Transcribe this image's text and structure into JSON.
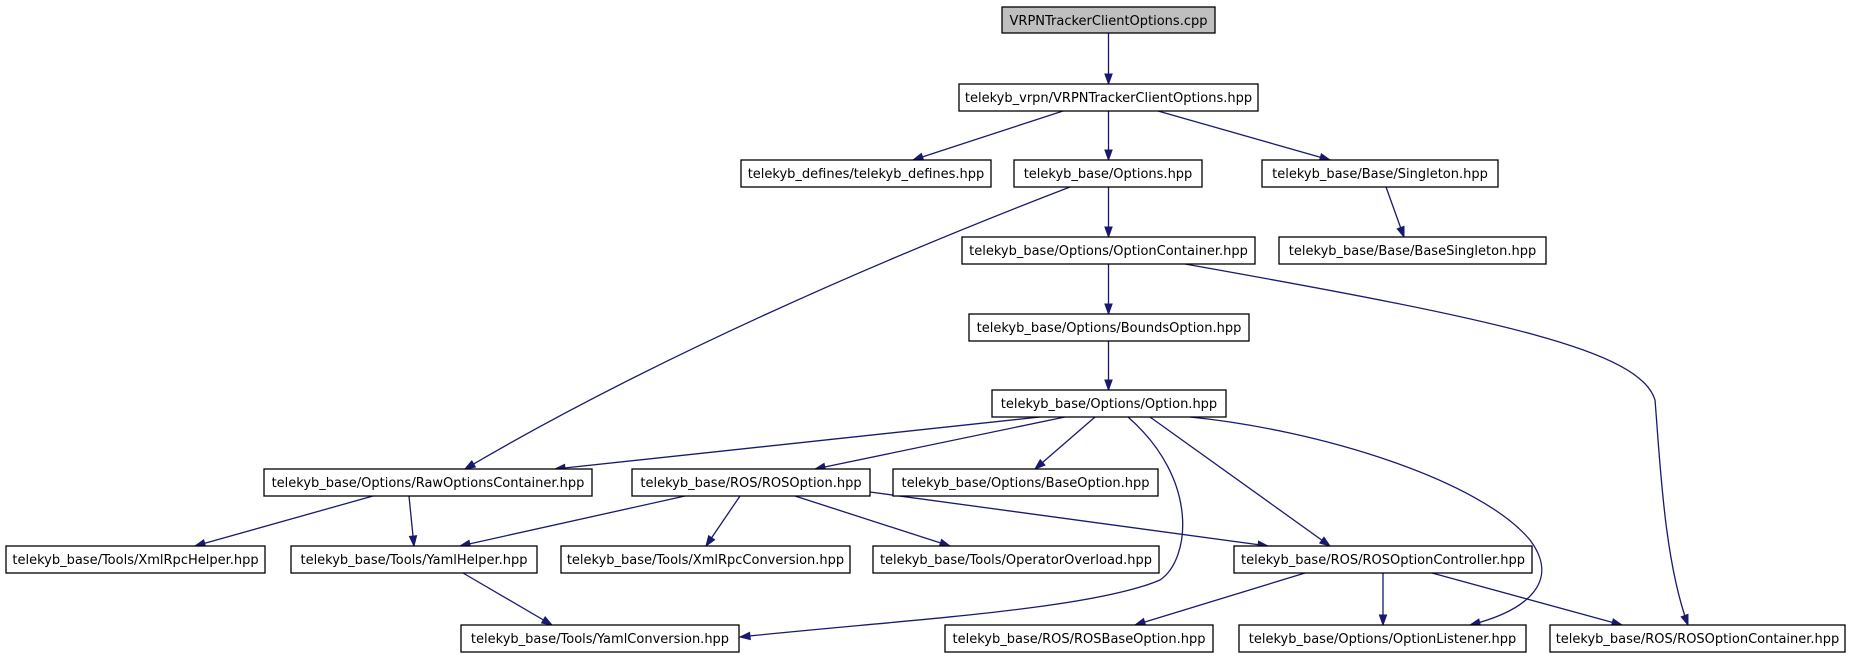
{
  "diagram": {
    "title": "",
    "colors": {
      "edge": "#191970",
      "root_fill": "#bfbfbf",
      "node_fill": "#ffffff",
      "border": "#000000"
    },
    "root": "n0",
    "nodes": {
      "n0": "VRPNTrackerClientOptions.cpp",
      "n1": "telekyb_vrpn/VRPNTrackerClientOptions.hpp",
      "n2": "telekyb_defines/telekyb_defines.hpp",
      "n3": "telekyb_base/Options.hpp",
      "n4": "telekyb_base/Base/Singleton.hpp",
      "n5": "telekyb_base/Options/OptionContainer.hpp",
      "n6": "telekyb_base/Base/BaseSingleton.hpp",
      "n7": "telekyb_base/Options/BoundsOption.hpp",
      "n8": "telekyb_base/Options/Option.hpp",
      "n9": "telekyb_base/Options/RawOptionsContainer.hpp",
      "n10": "telekyb_base/ROS/ROSOption.hpp",
      "n11": "telekyb_base/Options/BaseOption.hpp",
      "n12": "telekyb_base/Tools/XmlRpcHelper.hpp",
      "n13": "telekyb_base/Tools/YamlHelper.hpp",
      "n14": "telekyb_base/Tools/XmlRpcConversion.hpp",
      "n15": "telekyb_base/Tools/OperatorOverload.hpp",
      "n16": "telekyb_base/ROS/ROSOptionController.hpp",
      "n17": "telekyb_base/Tools/YamlConversion.hpp",
      "n18": "telekyb_base/ROS/ROSBaseOption.hpp",
      "n19": "telekyb_base/Options/OptionListener.hpp",
      "n20": "telekyb_base/ROS/ROSOptionContainer.hpp"
    },
    "edges": [
      [
        "n0",
        "n1"
      ],
      [
        "n1",
        "n2"
      ],
      [
        "n1",
        "n3"
      ],
      [
        "n1",
        "n4"
      ],
      [
        "n3",
        "n5"
      ],
      [
        "n3",
        "n9"
      ],
      [
        "n4",
        "n6"
      ],
      [
        "n5",
        "n7"
      ],
      [
        "n5",
        "n20"
      ],
      [
        "n7",
        "n8"
      ],
      [
        "n8",
        "n9"
      ],
      [
        "n8",
        "n10"
      ],
      [
        "n8",
        "n11"
      ],
      [
        "n8",
        "n16"
      ],
      [
        "n8",
        "n17"
      ],
      [
        "n8",
        "n19"
      ],
      [
        "n9",
        "n12"
      ],
      [
        "n9",
        "n13"
      ],
      [
        "n10",
        "n13"
      ],
      [
        "n10",
        "n14"
      ],
      [
        "n10",
        "n15"
      ],
      [
        "n10",
        "n16"
      ],
      [
        "n13",
        "n17"
      ],
      [
        "n16",
        "n18"
      ],
      [
        "n16",
        "n19"
      ],
      [
        "n16",
        "n20"
      ]
    ]
  }
}
